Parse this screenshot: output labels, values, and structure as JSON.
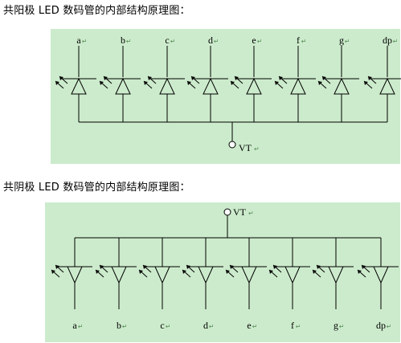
{
  "section1": {
    "title": "共阳极 LED 数码管的内部结构原理图：",
    "common_label": "VT",
    "segments": [
      "a",
      "b",
      "c",
      "d",
      "e",
      "f",
      "g",
      "dp"
    ]
  },
  "section2": {
    "title": "共阴极 LED 数码管的内部结构原理图：",
    "common_label": "VT",
    "segments": [
      "a",
      "b",
      "c",
      "d",
      "e",
      "f",
      "g",
      "dp"
    ]
  },
  "colors": {
    "panel_bg": "#ccebcc",
    "line": "#000000",
    "edit_mark": "#5a8f5a"
  },
  "edit_mark_glyph": "↵"
}
